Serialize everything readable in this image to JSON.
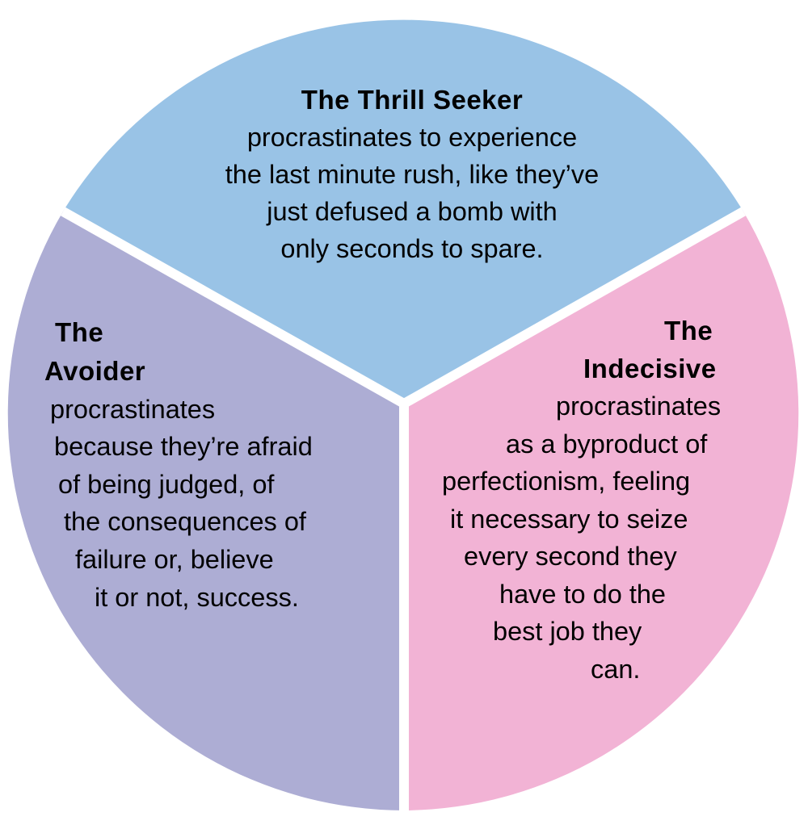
{
  "colors": {
    "thrill_seeker": "#99c3e6",
    "avoider": "#adadd4",
    "indecisive": "#f2b3d5",
    "divider": "#ffffff",
    "text": "#000000"
  },
  "segments": {
    "thrill_seeker": {
      "title": "The Thrill Seeker",
      "lines": [
        "procrastinates to experience",
        "the last minute rush, like they’ve",
        "just defused a bomb with",
        "only seconds to spare."
      ]
    },
    "avoider": {
      "title_lines": [
        "The",
        "Avoider"
      ],
      "lines": [
        "procrastinates",
        "because they’re afraid",
        "of being judged, of",
        "the consequences of",
        "failure or, believe",
        "it or not, success."
      ]
    },
    "indecisive": {
      "title_lines": [
        "The",
        "Indecisive"
      ],
      "lines": [
        "procrastinates",
        "as a byproduct of",
        "perfectionism, feeling",
        "it necessary to seize",
        "every second they",
        "have to do the",
        "best job they",
        "can."
      ]
    }
  }
}
